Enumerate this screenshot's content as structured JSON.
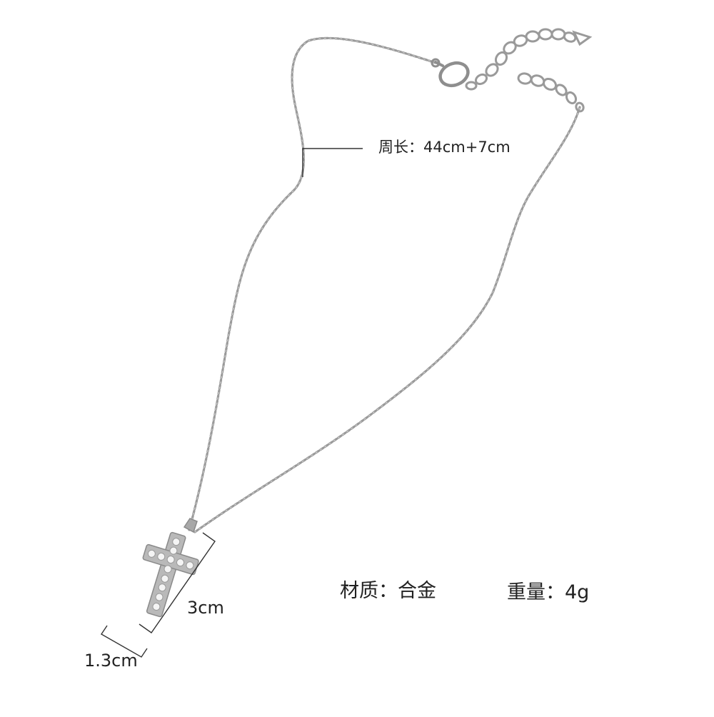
{
  "product": {
    "labels": {
      "length": "周长：44cm+7cm",
      "material": "材质：合金",
      "weight": "重量：4g",
      "pendant_height": "3cm",
      "pendant_width": "1.3cm"
    }
  },
  "colors": {
    "background": "#ffffff",
    "chain": "#9a9a9a",
    "chain_highlight": "#d6d6d6",
    "pendant_metal": "#b9b9b9",
    "stone": "#f4f4f4",
    "callout_line": "#333333",
    "text": "#222222"
  },
  "icons": {
    "clasp": "lobster-clasp-icon",
    "pendant": "cross-pendant-icon"
  }
}
